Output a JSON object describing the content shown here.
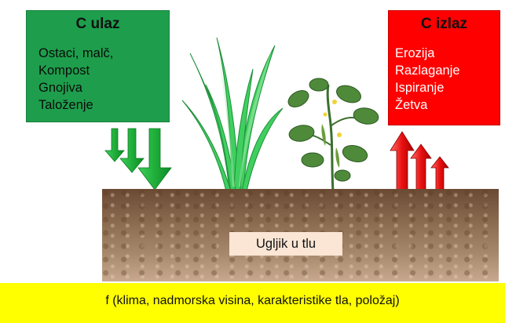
{
  "carbon_input": {
    "title": "C ulaz",
    "items": [
      "Ostaci, malč,",
      "Kompost",
      "Gnojiva",
      "Taloženje"
    ],
    "color": "#1e9e4c"
  },
  "carbon_output": {
    "title": "C izlaz",
    "items": [
      "Erozija",
      "Razlaganje",
      "Ispiranje",
      "Žetva"
    ],
    "color": "#ff0000"
  },
  "soil": {
    "label": "Ugljik u tlu"
  },
  "footer": {
    "text": "f (klima, nadmorska visina, karakteristike tla, položaj)",
    "color": "#ffff00"
  },
  "icons": {
    "input_arrows": "down-arrow-icon",
    "output_arrows": "up-arrow-icon",
    "grass": "grass-icon",
    "plant": "bean-plant-icon"
  }
}
